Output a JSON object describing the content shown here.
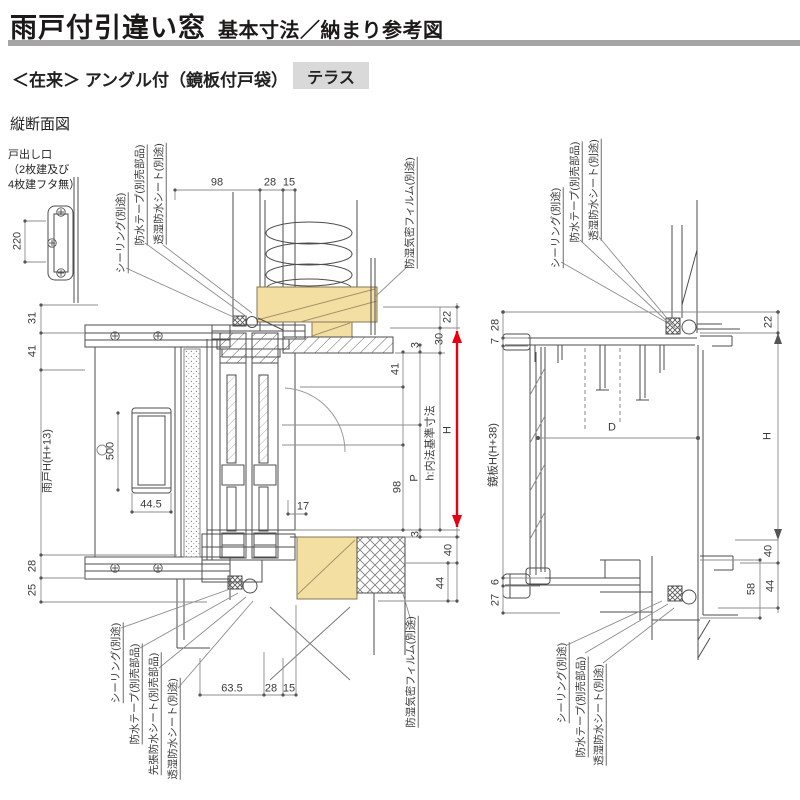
{
  "header": {
    "title_main": "雨戸付引違い窓",
    "title_sub": "基本寸法／納まり参考図",
    "variant_label": "＜在来＞ アングル付（鏡板付戸袋）",
    "badge": "テラス",
    "section_label": "縦断面図"
  },
  "colors": {
    "rule_gray": "#a5a5a5",
    "badge_bg": "#d9d9d9",
    "wood_fill": "#f4dfa3",
    "dim_red": "#e60012",
    "line": "#4d4d4d"
  },
  "left": {
    "note": {
      "l1": "戸出し口",
      "l2": "（2枚建及び",
      "l3": "4枚建フタ無）"
    },
    "dims": {
      "d220": "220",
      "d98": "98",
      "d28_top": "28",
      "d15_top": "15",
      "d31": "31",
      "d41_left": "41",
      "amado_h": "雨戸H(H+13)",
      "d28_left": "28",
      "d25": "25",
      "d500": "500",
      "d44_5": "44.5",
      "d17": "17",
      "d22": "22",
      "d30": "30",
      "d3_top": "3",
      "d41_right": "41",
      "d98_right": "98",
      "p": "P",
      "h_base": "h:内法基準寸法",
      "h": "H",
      "d3_bottom": "3",
      "d40": "40",
      "d44": "44",
      "d63_5": "63.5",
      "d28_bottom": "28",
      "d15_bottom": "15"
    },
    "callouts": {
      "sealing": "シーリング(別途)",
      "tape": "防水テープ(別売部品)",
      "sakibari": "先張防水シート(別売部品)",
      "sheet": "透湿防水シート(別途)",
      "film": "防湿気密フィルム(別途)"
    }
  },
  "right": {
    "dims": {
      "d28": "28",
      "d7": "7",
      "d22": "22",
      "kagami_h": "鏡板H(H+38)",
      "depth": "D",
      "h": "H",
      "d40": "40",
      "d58": "58",
      "d44": "44",
      "d6": "6",
      "d27": "27"
    },
    "callouts": {
      "sealing": "シーリング(別途)",
      "tape": "防水テープ(別売部品)",
      "sheet": "透湿防水シート(別途)"
    }
  }
}
